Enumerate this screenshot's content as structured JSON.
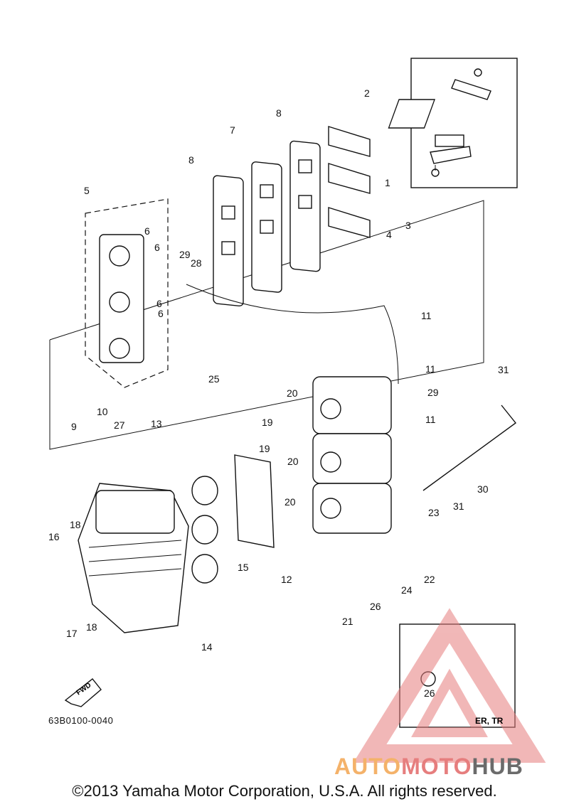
{
  "diagram": {
    "drawing_code": "63B0100-0040",
    "copyright": "©2013 Yamaha Motor Corporation, U.S.A. All rights reserved.",
    "fwd_label": "FWD",
    "inset_label": "ER, TR",
    "watermark": {
      "part1": "AUTO",
      "part2": "MOTO",
      "part3": "HUB"
    },
    "callouts": [
      "1",
      "2",
      "3",
      "4",
      "5",
      "6",
      "6",
      "6",
      "6",
      "7",
      "8",
      "8",
      "9",
      "10",
      "11",
      "11",
      "11",
      "12",
      "13",
      "14",
      "15",
      "16",
      "17",
      "18",
      "18",
      "19",
      "19",
      "20",
      "20",
      "20",
      "21",
      "22",
      "23",
      "24",
      "25",
      "26",
      "26",
      "27",
      "28",
      "29",
      "29",
      "30",
      "31",
      "31"
    ]
  },
  "colors": {
    "line": "#111111",
    "watermark_red": "#e67e7e",
    "watermark_orange": "#f4b26a",
    "watermark_gray": "#6b6b6b"
  },
  "icons": [
    "fwd-arrow-icon",
    "automotohub-logo-icon"
  ]
}
